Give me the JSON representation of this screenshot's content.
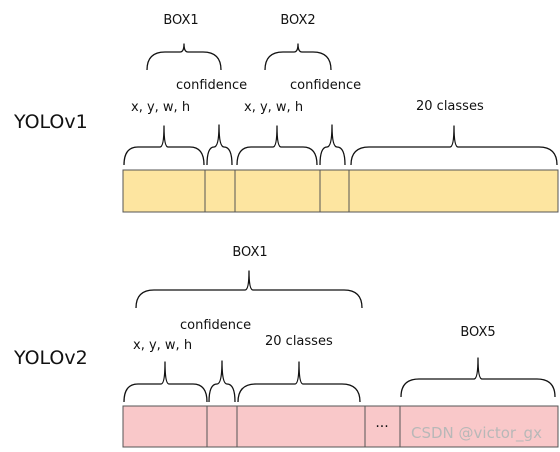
{
  "yolov1": {
    "model_label": "YOLOv1",
    "box1_label": "BOX1",
    "box2_label": "BOX2",
    "coords1_label": "x, y, w, h",
    "confidence1_label": "confidence",
    "coords2_label": "x, y, w, h",
    "confidence2_label": "confidence",
    "classes_label": "20 classes",
    "bar_color": "#fde5a0"
  },
  "yolov2": {
    "model_label": "YOLOv2",
    "box1_label": "BOX1",
    "coords_label": "x, y, w, h",
    "confidence_label": "confidence",
    "classes_label": "20 classes",
    "box5_label": "BOX5",
    "ellipsis": "···",
    "bar_color": "#f9c8c9"
  },
  "watermark": "CSDN @victor_gx"
}
